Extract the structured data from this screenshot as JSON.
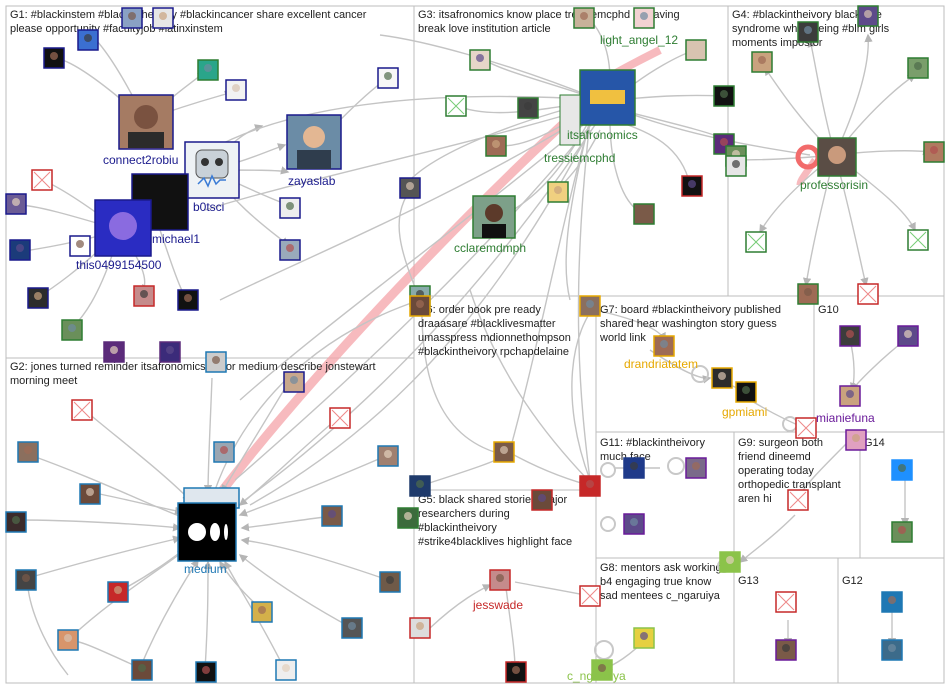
{
  "groups": [
    {
      "id": "G1",
      "lines": [
        "G1: #blackinstem #blackintheivory #blackincancer share excellent cancer",
        "please opportunity #facultyjob #latinxinstem"
      ]
    },
    {
      "id": "G2",
      "lines": [
        "G2: jones turned reminder itsafronomics taylor medium describe jonstewart",
        "morning meet"
      ]
    },
    {
      "id": "G3",
      "lines": [
        "G3: itsafronomics know place tressiemcphd cc having",
        "break love institution article"
      ]
    },
    {
      "id": "G4",
      "lines": [
        "G4: #blackintheivory black one",
        "syndrome white being #blm girls",
        "moments impostor"
      ]
    },
    {
      "id": "G5",
      "lines": [
        "G5: black shared stories major",
        "researchers during",
        "#blackintheivory",
        "#strike4blacklives highlight face"
      ]
    },
    {
      "id": "G6",
      "lines": [
        "G6: order book pre ready",
        "draaasare #blacklivesmatter",
        "umasspress mdionnethompson",
        "#blackintheivory rpchapdelaine"
      ]
    },
    {
      "id": "G7",
      "lines": [
        "G7: board #blackintheivory published",
        "shared hear washington story guess",
        "world link"
      ]
    },
    {
      "id": "G8",
      "lines": [
        "G8: mentors ask working",
        "b4 engaging true know",
        "sad mentees c_ngaruiya"
      ]
    },
    {
      "id": "G9",
      "lines": [
        "G9: surgeon both",
        "friend dineemd",
        "operating today",
        "orthopedic transplant",
        "aren hi"
      ]
    },
    {
      "id": "G10",
      "lines": [
        "G10"
      ]
    },
    {
      "id": "G11",
      "lines": [
        "G11: #blackintheivory",
        "much face"
      ]
    },
    {
      "id": "G12",
      "lines": [
        "G12"
      ]
    },
    {
      "id": "G13",
      "lines": [
        "G13"
      ]
    },
    {
      "id": "G14",
      "lines": [
        "G14"
      ]
    }
  ],
  "labeled_nodes": [
    {
      "id": "connect2robiul",
      "label": "connect2robiu",
      "color": "#1a1a8c"
    },
    {
      "id": "b0tsci",
      "label": "b0tsci",
      "color": "#1a1a8c"
    },
    {
      "id": "zayaslab",
      "label": "zayaslab",
      "color": "#1a1a8c"
    },
    {
      "id": "michael1",
      "label": "michael1",
      "color": "#1a1a8c"
    },
    {
      "id": "this0499154500",
      "label": "this0499154500",
      "color": "#1a1a8c"
    },
    {
      "id": "medium",
      "label": "medium",
      "color": "#1f78b4"
    },
    {
      "id": "itsafronomics",
      "label": "itsafronomics",
      "color": "#2e7d32"
    },
    {
      "id": "tressiemcphd",
      "label": "tressiemcphd",
      "color": "#2e7d32"
    },
    {
      "id": "cclaremdmph",
      "label": "cclaremdmph",
      "color": "#2e7d32"
    },
    {
      "id": "light_angel_12",
      "label": "light_angel_12",
      "color": "#2e7d32"
    },
    {
      "id": "professorisin",
      "label": "professorisin",
      "color": "#2e7d32"
    },
    {
      "id": "drandriatatem",
      "label": "drandriatatem",
      "color": "#e6a800"
    },
    {
      "id": "gpmiami",
      "label": "gpmiami",
      "color": "#e6a800"
    },
    {
      "id": "mianiefuna",
      "label": "mianiefuna",
      "color": "#6a1b9a"
    },
    {
      "id": "jesswade",
      "label": "jesswade",
      "color": "#c62828"
    },
    {
      "id": "c_ngaruiya",
      "label": "c_ngaruiya",
      "color": "#8bc34a"
    }
  ]
}
